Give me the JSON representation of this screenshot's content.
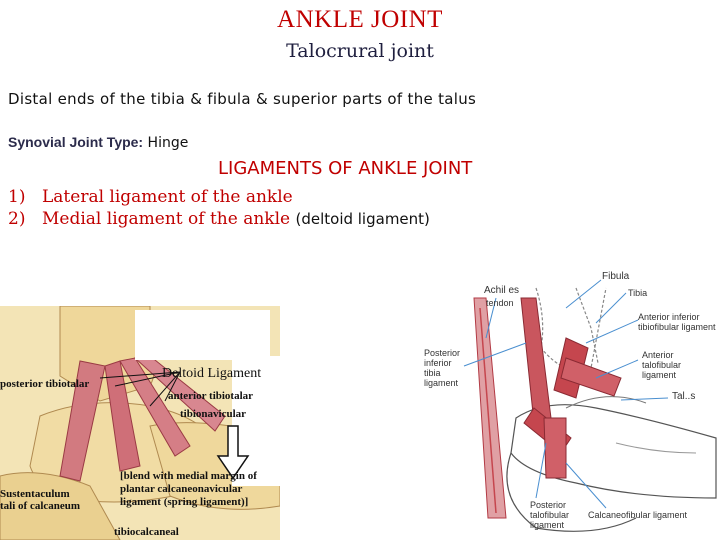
{
  "header": {
    "title": "ANKLE JOINT",
    "subtitle": "Talocrural joint"
  },
  "intro": "Distal ends of the tibia & fibula & superior parts of the talus",
  "joint_type": {
    "label": "Synovial Joint Type:",
    "value": " Hinge"
  },
  "ligaments": {
    "heading": "LIGAMENTS OF ANKLE JOINT",
    "items": [
      {
        "num": "1)",
        "text": "Lateral ligament of the ankle",
        "extra": ""
      },
      {
        "num": "2)",
        "text": "Medial ligament of the ankle ",
        "extra": "(deltoid ligament)"
      }
    ]
  },
  "medial_figure": {
    "title": "Deltoid Ligament",
    "labels": {
      "posterior_tibiotalar": "posterior tibiotalar",
      "anterior_tibiotalar": "anterior tibiotalar",
      "tibionavicular": "tibionavicular",
      "sustentaculum_1": "Sustentaculum",
      "sustentaculum_2": "tali of calcaneum",
      "blend_1": "[blend with medial margin of",
      "blend_2": "plantar calcaneonavicular",
      "blend_3": "ligament (spring ligament)]",
      "tibiocalcaneal": "tibiocalcaneal"
    }
  },
  "lateral_figure": {
    "labels": {
      "fibula": "Fibula",
      "tibia": "Tibia",
      "achilles_1": "Achil es",
      "achilles_2": "tendon",
      "ant_inf_tibfib_1": "Anterior inferior",
      "ant_inf_tibfib_2": "tibiofibular ligament",
      "post_inf_tib_1": "Posterior",
      "post_inf_tib_2": "inferior",
      "post_inf_tib_3": "tibia",
      "post_inf_tib_4": "ligament",
      "ant_talofib_1": "Anterior",
      "ant_talofib_2": "talofibular",
      "ant_talofib_3": "ligament",
      "talus": "Tal..s",
      "post_talofib_1": "Posterior",
      "post_talofib_2": "talofibular",
      "post_talofib_3": "ligament",
      "calcaneofib": "Calcaneofibular ligament"
    }
  },
  "colors": {
    "accent_red": "#c00000",
    "ligament_red": "#c5464e",
    "bone_yellow": "#f4e6b8",
    "leader_blue": "#4a8fd0"
  }
}
